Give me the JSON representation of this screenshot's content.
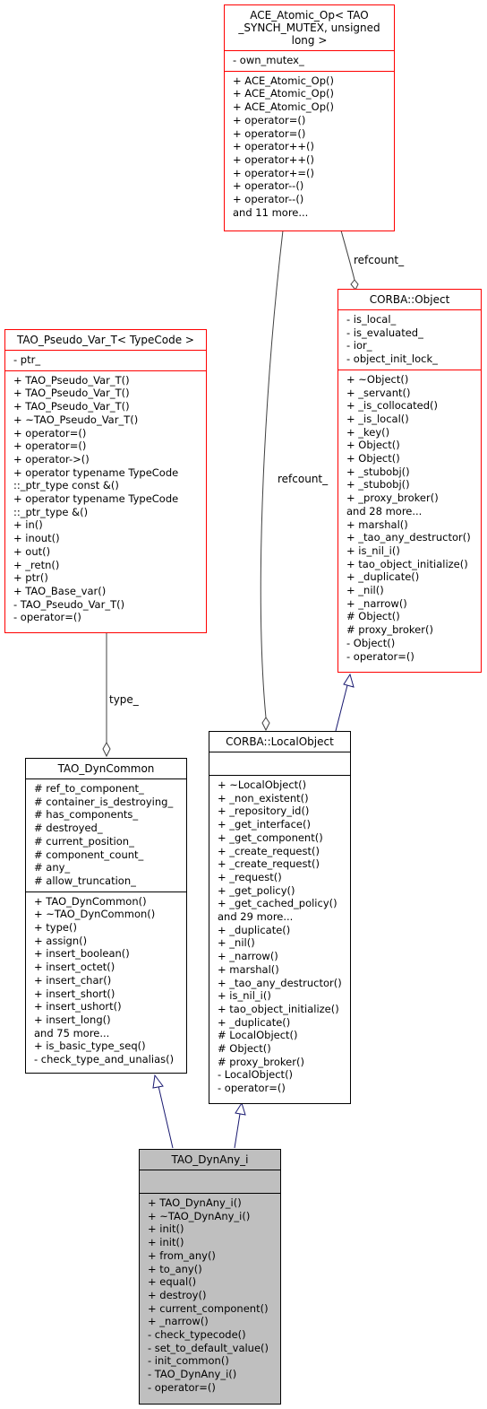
{
  "classes": {
    "ace_atomic_op": {
      "title": [
        "ACE_Atomic_Op< TAO",
        "_SYNCH_MUTEX, unsigned",
        "long >"
      ],
      "attributes": [
        "- own_mutex_"
      ],
      "methods": [
        "+ ACE_Atomic_Op()",
        "+ ACE_Atomic_Op()",
        "+ ACE_Atomic_Op()",
        "+ operator=()",
        "+ operator=()",
        "+ operator++()",
        "+ operator++()",
        "+ operator+=()",
        "+ operator--()",
        "+ operator--()",
        "and 11 more..."
      ]
    },
    "corba_object": {
      "title": [
        "CORBA::Object"
      ],
      "attributes": [
        "- is_local_",
        "- is_evaluated_",
        "- ior_",
        "- object_init_lock_"
      ],
      "methods": [
        "+ ~Object()",
        "+ _servant()",
        "+ _is_collocated()",
        "+ _is_local()",
        "+ _key()",
        "+ Object()",
        "+ Object()",
        "+ _stubobj()",
        "+ _stubobj()",
        "+ _proxy_broker()",
        "and 28 more...",
        "+ marshal()",
        "+ _tao_any_destructor()",
        "+ is_nil_i()",
        "+ tao_object_initialize()",
        "+ _duplicate()",
        "+ _nil()",
        "+ _narrow()",
        "# Object()",
        "# proxy_broker()",
        "- Object()",
        "- operator=()"
      ]
    },
    "tao_pseudo_var_t": {
      "title": [
        "TAO_Pseudo_Var_T< TypeCode >"
      ],
      "attributes": [
        "- ptr_"
      ],
      "methods": [
        "+ TAO_Pseudo_Var_T()",
        "+ TAO_Pseudo_Var_T()",
        "+ TAO_Pseudo_Var_T()",
        "+ ~TAO_Pseudo_Var_T()",
        "+ operator=()",
        "+ operator=()",
        "+ operator->()",
        "+ operator typename TypeCode",
        "::_ptr_type const &()",
        "+ operator typename TypeCode",
        "::_ptr_type &()",
        "+ in()",
        "+ inout()",
        "+ out()",
        "+ _retn()",
        "+ ptr()",
        "+ TAO_Base_var()",
        "- TAO_Pseudo_Var_T()",
        "- operator=()"
      ]
    },
    "corba_localobject": {
      "title": [
        "CORBA::LocalObject"
      ],
      "attributes": [],
      "methods": [
        "+ ~LocalObject()",
        "+ _non_existent()",
        "+ _repository_id()",
        "+ _get_interface()",
        "+ _get_component()",
        "+ _create_request()",
        "+ _create_request()",
        "+ _request()",
        "+ _get_policy()",
        "+ _get_cached_policy()",
        "and 29 more...",
        "+ _duplicate()",
        "+ _nil()",
        "+ _narrow()",
        "+ marshal()",
        "+ _tao_any_destructor()",
        "+ is_nil_i()",
        "+ tao_object_initialize()",
        "+ _duplicate()",
        "# LocalObject()",
        "# Object()",
        "# proxy_broker()",
        "- LocalObject()",
        "- operator=()"
      ]
    },
    "tao_dyncommon": {
      "title": [
        "TAO_DynCommon"
      ],
      "attributes": [
        "# ref_to_component_",
        "# container_is_destroying_",
        "# has_components_",
        "# destroyed_",
        "# current_position_",
        "# component_count_",
        "# any_",
        "# allow_truncation_"
      ],
      "methods": [
        "+ TAO_DynCommon()",
        "+ ~TAO_DynCommon()",
        "+ type()",
        "+ assign()",
        "+ insert_boolean()",
        "+ insert_octet()",
        "+ insert_char()",
        "+ insert_short()",
        "+ insert_ushort()",
        "+ insert_long()",
        "and 75 more...",
        "+ is_basic_type_seq()",
        "- check_type_and_unalias()"
      ]
    },
    "tao_dynany_i": {
      "title": [
        "TAO_DynAny_i"
      ],
      "attributes": [],
      "methods": [
        "+ TAO_DynAny_i()",
        "+ ~TAO_DynAny_i()",
        "+ init()",
        "+ init()",
        "+ from_any()",
        "+ to_any()",
        "+ equal()",
        "+ destroy()",
        "+ current_component()",
        "+ _narrow()",
        "- check_typecode()",
        "- set_to_default_value()",
        "- init_common()",
        "- TAO_DynAny_i()",
        "- operator=()"
      ]
    }
  },
  "edge_labels": {
    "refcount_ace_object": "refcount_",
    "refcount_ace_local": "refcount_",
    "type_": "type_"
  },
  "colors": {
    "class_border": "#ff0000",
    "documented_border": "#000000",
    "focus_fill": "#bfbfbf",
    "inheritance_edge": "#191970",
    "usage_edge": "#404040"
  }
}
